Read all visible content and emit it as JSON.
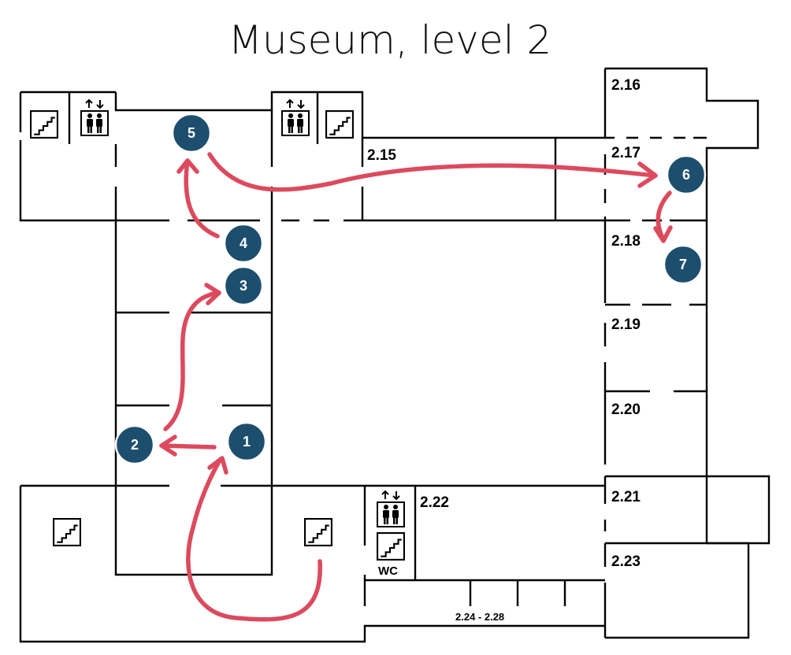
{
  "title": "Museum, level 2",
  "rooms": {
    "r215": "2.15",
    "r216": "2.16",
    "r217": "2.17",
    "r218": "2.18",
    "r219": "2.19",
    "r220": "2.20",
    "r221": "2.21",
    "r222": "2.22",
    "r223": "2.23",
    "r224_228": "2.24 - 2.28"
  },
  "facilities": {
    "wc": "WC"
  },
  "icons": {
    "stairs": "stairs-icon",
    "elevator": "elevator-icon"
  },
  "route": {
    "color": "#dc4a5e",
    "markers": [
      "1",
      "2",
      "3",
      "4",
      "5",
      "6",
      "7"
    ]
  },
  "colors": {
    "marker": "#1d4e6e",
    "route": "#dc4a5e"
  }
}
